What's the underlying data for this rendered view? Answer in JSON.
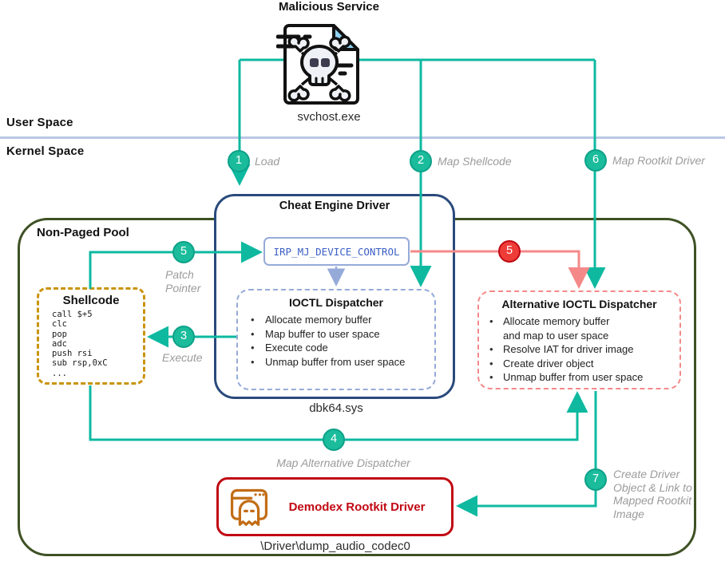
{
  "malicious_service": {
    "title": "Malicious Service",
    "filename": "svchost.exe"
  },
  "spaces": {
    "user": "User Space",
    "kernel": "Kernel Space"
  },
  "non_paged_pool": {
    "label": "Non-Paged Pool"
  },
  "cheat_engine": {
    "title": "Cheat Engine Driver",
    "irp_label": "IRP_MJ_DEVICE_CONTROL",
    "caption": "dbk64.sys"
  },
  "ioctl_dispatcher": {
    "title": "IOCTL Dispatcher",
    "bullets": [
      "Allocate memory buffer",
      "Map buffer to user space",
      "Execute code",
      "Unmap buffer from user space"
    ]
  },
  "alt_dispatcher": {
    "title": "Alternative IOCTL Dispatcher",
    "bullets": [
      "Allocate memory buffer and map to user space",
      "Resolve IAT for driver image",
      "Create driver object",
      "Unmap buffer from user space"
    ]
  },
  "shellcode": {
    "title": "Shellcode",
    "code_lines": [
      "call $+5",
      "clc",
      "pop",
      "adc",
      "push rsi",
      "sub rsp,0xC",
      "..."
    ]
  },
  "demodex": {
    "title": "Demodex Rootkit Driver",
    "caption": "\\Driver\\dump_audio_codec0"
  },
  "steps": {
    "s1": {
      "num": "1",
      "label": "Load"
    },
    "s2": {
      "num": "2",
      "label": "Map Shellcode"
    },
    "s3": {
      "num": "3",
      "label": "Execute"
    },
    "s4": {
      "num": "4",
      "label": "Map Alternative Dispatcher"
    },
    "s5": {
      "num": "5",
      "label": "Patch Pointer"
    },
    "s5_red": {
      "num": "5"
    },
    "s6": {
      "num": "6",
      "label": "Map Rootkit Driver"
    },
    "s7": {
      "num": "7",
      "label": "Create Driver Object & Link to Mapped Rootkit Image"
    }
  },
  "colors": {
    "teal": "#0eb9a0",
    "badge_teal": "#1abc9c",
    "badge_teal_ring": "#0da189",
    "badge_red": "#ee3c38",
    "badge_red_ring": "#c00813",
    "salmon": "#f58989",
    "navy": "#2a4a7c",
    "periwinkle": "#95aad8",
    "irp_text_blue": "#3a5ec4",
    "gold": "#c9940a",
    "olive": "#3e5124",
    "demodex_red": "#c10813",
    "ghost_orange": "#c26d15",
    "divider_blue": "#b9c7e6",
    "label_gray": "#9b9b9b"
  }
}
